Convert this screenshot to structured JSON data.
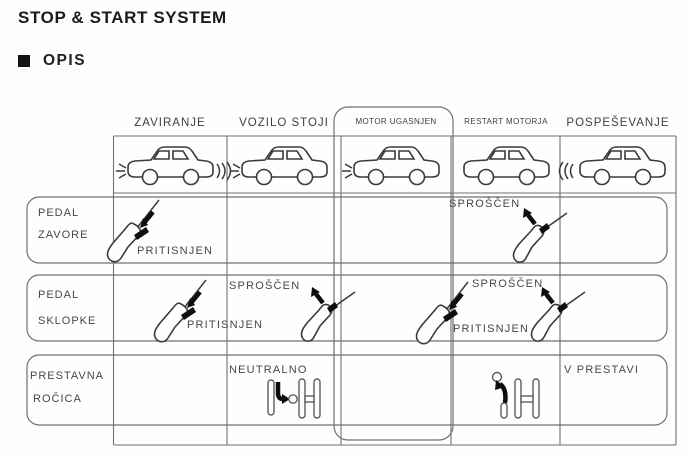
{
  "title": "STOP & START SYSTEM",
  "section": {
    "label": "OPIS"
  },
  "colors": {
    "line": "#707070",
    "icon_ink": "#3a3a3a",
    "text": "#474747",
    "title_text": "#1b1b1b",
    "arrow_black": "#0e0e0e",
    "background": "#fefefe"
  },
  "icons": {
    "section_bullet": "black-square",
    "car": "car-side-outline",
    "light_rays": "headlight-rays",
    "brake_lines": "rear-brake-vibration-arcs",
    "motion_lines": "rear-motion-arcs",
    "foot_pressed": "foot-pressing-pedal-with-down-arrow",
    "foot_released": "foot-off-pedal-with-up-arrow",
    "gear_neutral": "shift-gate-arrow-to-neutral-circle",
    "gear_engaged": "shift-gate-arrow-up-to-gear-circle"
  },
  "diagram": {
    "columns": [
      {
        "label": "ZAVIRANJE"
      },
      {
        "label": "VOZILO STOJI"
      },
      {
        "label": "MOTOR UGASNJEN",
        "boxed": true
      },
      {
        "label": "RESTART MOTORJA"
      },
      {
        "label": "POSPEŠEVANJE"
      }
    ],
    "rows": [
      {
        "line1": "PEDAL",
        "line2": "ZAVORE"
      },
      {
        "line1": "PEDAL",
        "line2": "SKLOPKE"
      },
      {
        "line1": "PRESTAVNA",
        "line2": "ROČICA"
      }
    ],
    "cells": {
      "brake_zaviranje": "PRITISNJEN",
      "brake_restart": "SPROŠČEN",
      "clutch_zaviranje": "PRITISNJEN",
      "clutch_vozilo_stoji": "SPROŠČEN",
      "clutch_restart_released": "SPROŠČEN",
      "clutch_restart_pressed": "PRITISNJEN",
      "lever_vozilo_stoji": "NEUTRALNO",
      "lever_pospesevanje": "V PRESTAVI"
    }
  }
}
